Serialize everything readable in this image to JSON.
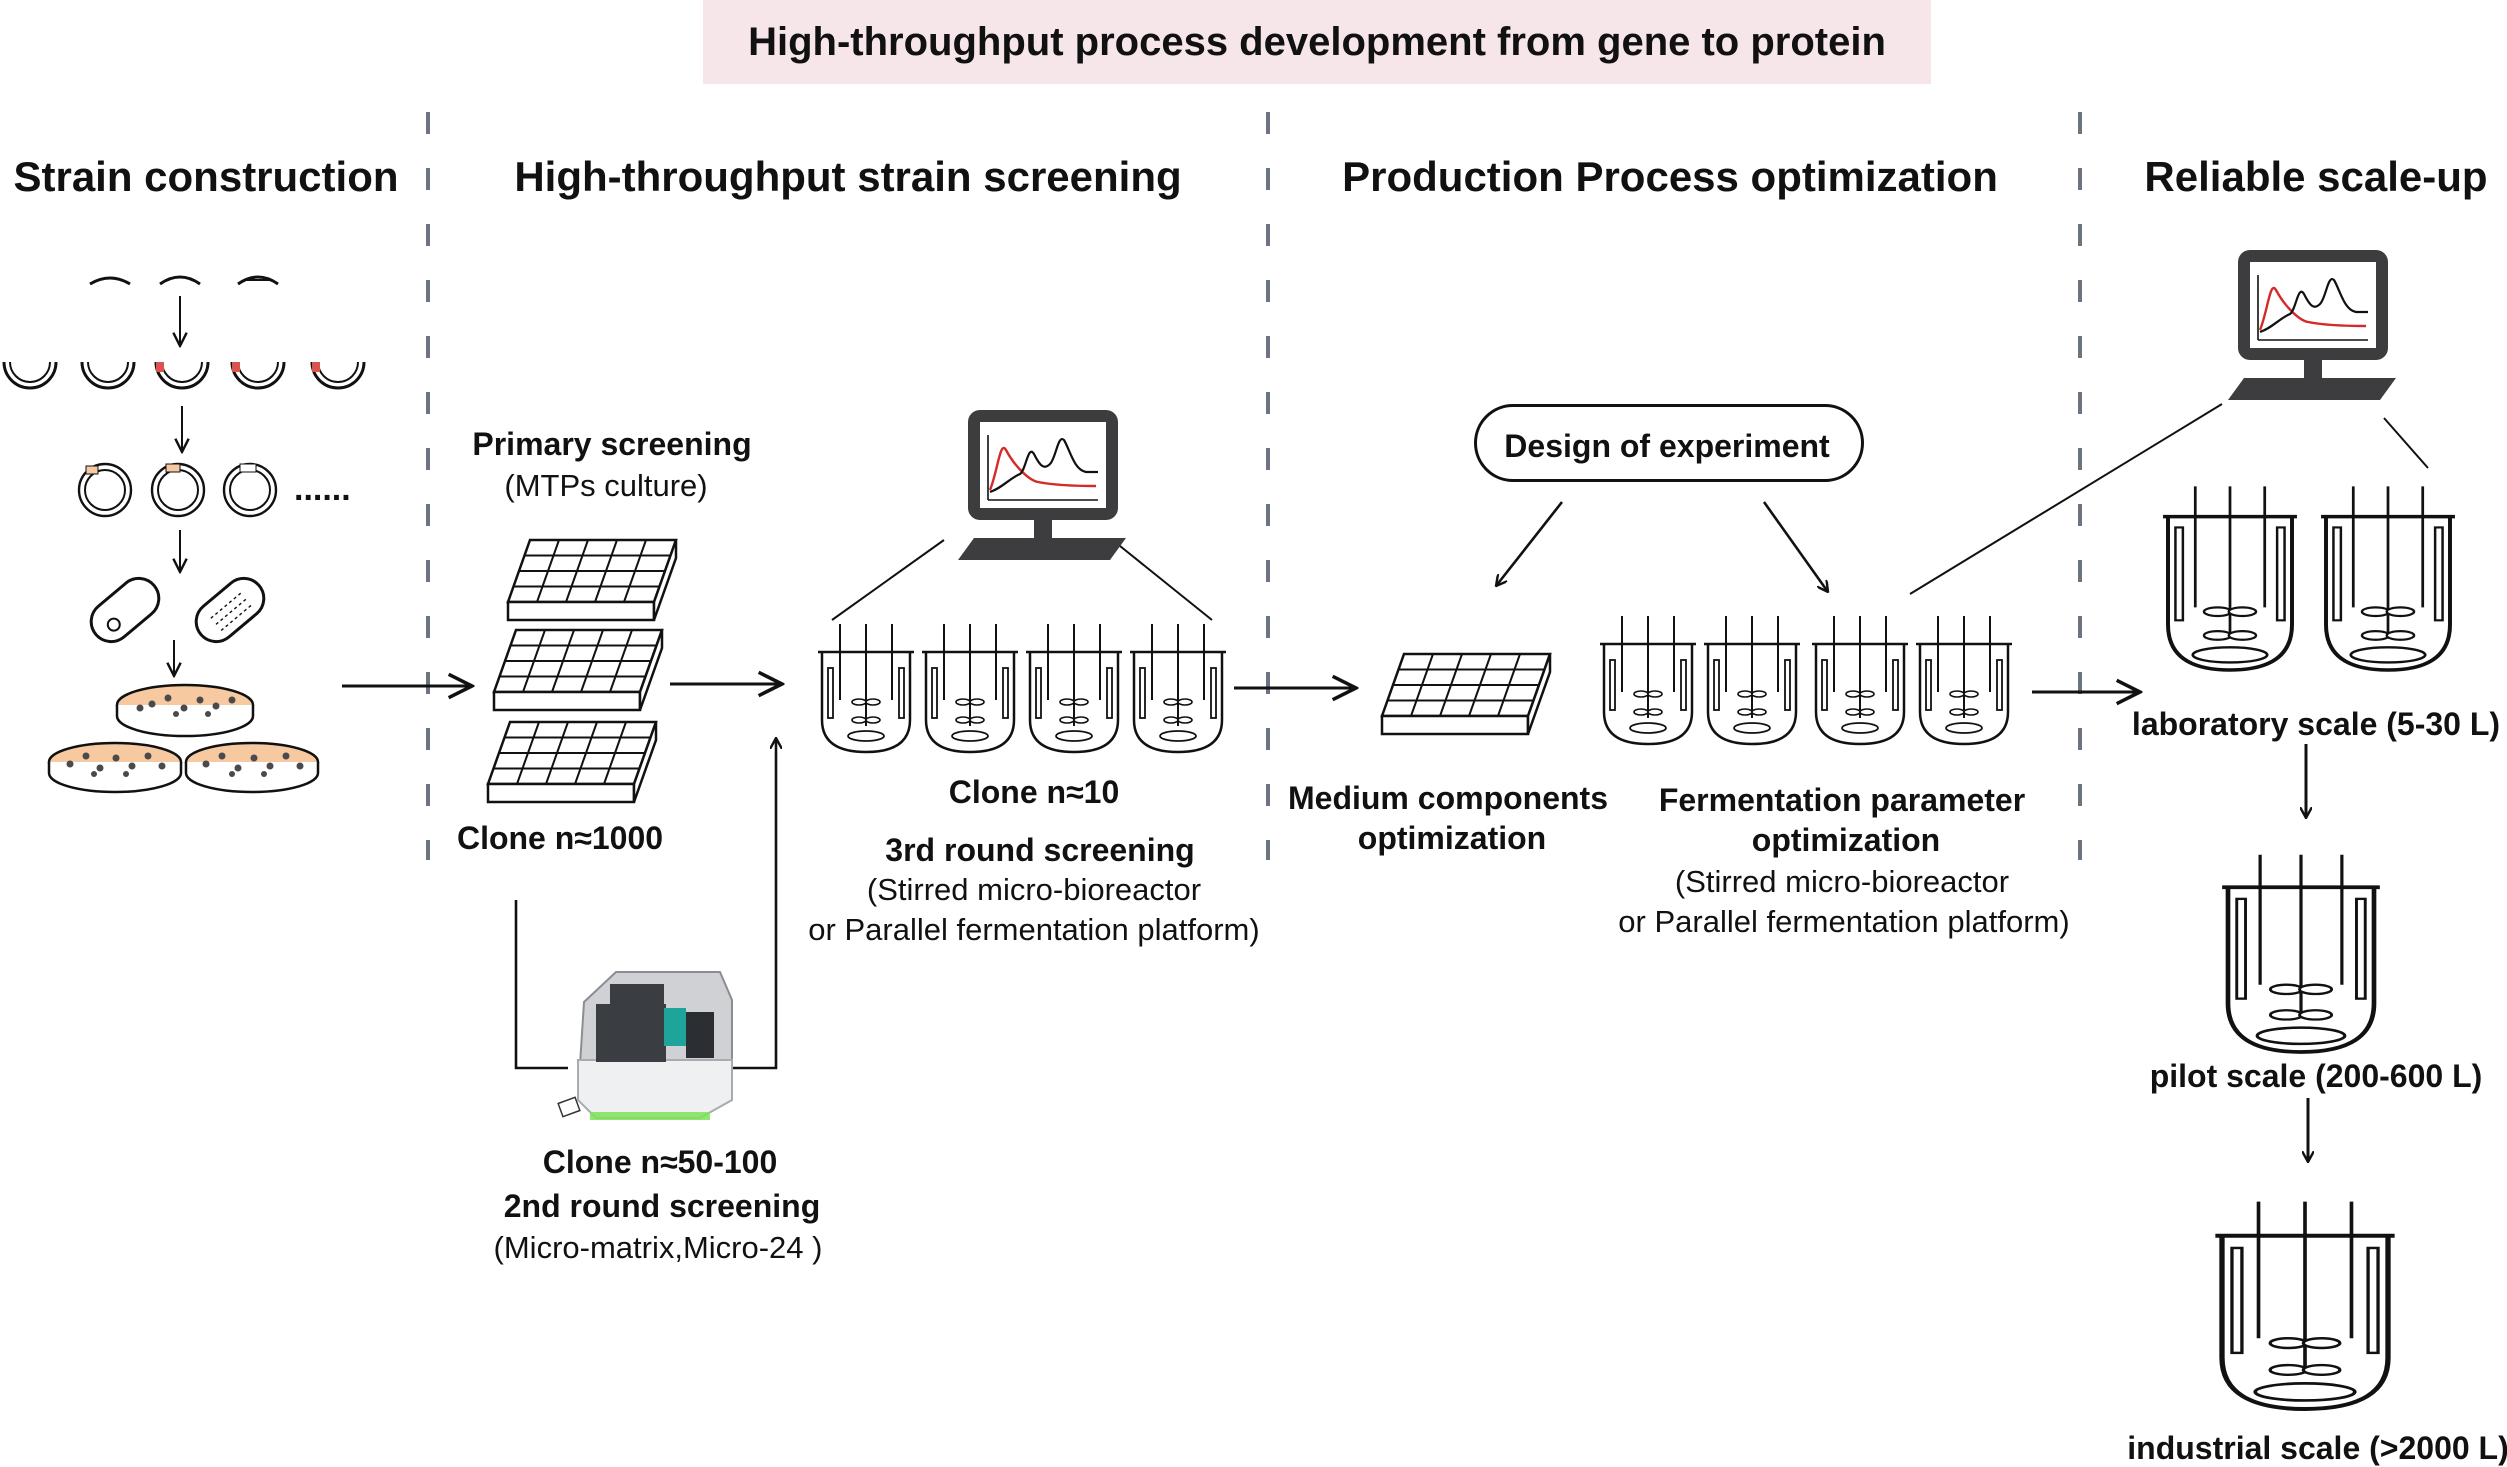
{
  "title": "High-throughput process development from gene to protein",
  "sections": {
    "strain_construction": "Strain construction",
    "screening": "High-throughput strain screening",
    "process_optimization": "Production Process optimization",
    "scale_up": "Reliable scale-up"
  },
  "ellipsis": "......",
  "primary": {
    "title": "Primary screening",
    "subtitle": "(MTPs culture)",
    "clone": "Clone n≈1000"
  },
  "second_round": {
    "clone": "Clone n≈50-100",
    "title": "2nd round screening",
    "subtitle": "(Micro-matrix,Micro-24 )"
  },
  "third_round": {
    "clone": "Clone n≈10",
    "title": "3rd round screening",
    "line1": "(Stirred micro-bioreactor",
    "line2": "or Parallel fermentation platform)"
  },
  "doe": "Design of experiment",
  "medium": {
    "line1": "Medium components",
    "line2": "optimization"
  },
  "fermentation": {
    "line1": "Fermentation parameter",
    "line2": "optimization",
    "line3": "(Stirred micro-bioreactor",
    "line4": "or Parallel fermentation platform)"
  },
  "scales": {
    "laboratory": "laboratory scale (5-30 L)",
    "pilot": "pilot scale (200-600 L)",
    "industrial": "industrial scale (>2000 L)"
  },
  "colors": {
    "banner": "#f6e6ea",
    "divider": "#6b7480",
    "monitor": "#3d3d3f",
    "curve_red": "#d52a2a",
    "plasmid_marker": "#d9534f",
    "petri_fill": "#f6c9a0",
    "colony": "#4a4a4a"
  }
}
